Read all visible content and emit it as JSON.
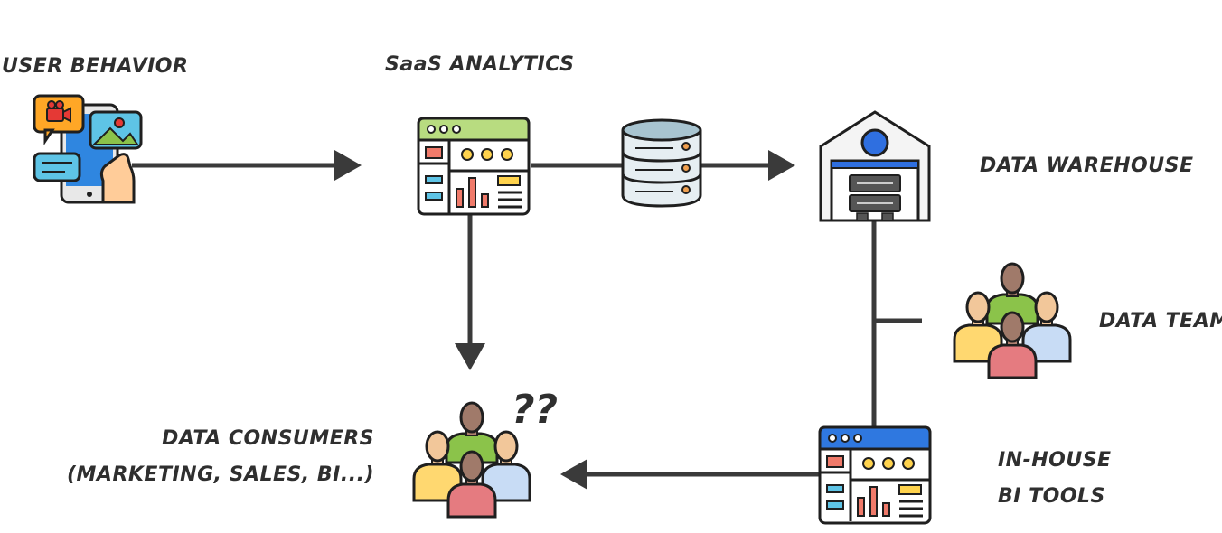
{
  "nodes": {
    "user_behavior": {
      "label": "USER BEHAVIOR",
      "icon": "smartphone-media-icon"
    },
    "saas_analytics": {
      "label": "SaaS ANALYTICS",
      "icon": "dashboard-icon"
    },
    "database": {
      "icon": "database-icon"
    },
    "data_warehouse": {
      "label": "DATA WAREHOUSE",
      "icon": "warehouse-icon"
    },
    "data_team": {
      "label": "DATA TEAM",
      "icon": "people-group-icon"
    },
    "inhouse_bi": {
      "label_line1": "IN-HOUSE",
      "label_line2": "BI TOOLS",
      "icon": "dashboard-icon"
    },
    "data_consumers": {
      "label_line1": "DATA CONSUMERS",
      "label_line2": "(MARKETING, SALES, BI...)",
      "icon": "people-group-icon",
      "confusion": "??"
    }
  },
  "colors": {
    "line": "#3a3a3a",
    "outline": "#1f1f1f",
    "dashboard_header_green": "#b8dc80",
    "dashboard_header_blue": "#2f78e0",
    "accent_red": "#f07a6a",
    "accent_yellow": "#ffd34d",
    "accent_cyan": "#5ec4e6",
    "warehouse_blue": "#2f6fe0",
    "db_fill": "#e6eef2",
    "db_top": "#a8c4d0",
    "db_dot": "#f0a050",
    "phone_blue": "#2f86e0",
    "person_green": "#8bc34a",
    "person_yellow": "#ffd870",
    "person_blue": "#c8dcf5",
    "person_red": "#e57b80"
  }
}
